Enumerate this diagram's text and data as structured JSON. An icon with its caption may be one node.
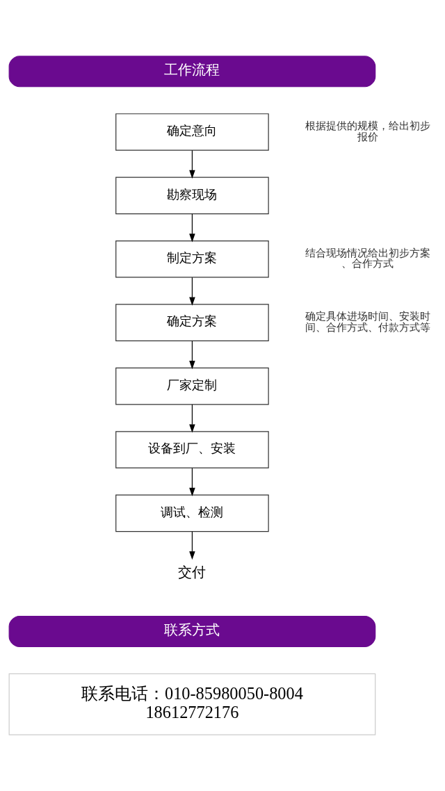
{
  "diagram": {
    "nodes": [
      {
        "text": [
          "工作流程"
        ]
      },
      {
        "text": [
          "确定意向"
        ],
        "beside": [
          "根据提供的规模，给出初步报价"
        ]
      },
      {
        "text": [
          "勘察现场"
        ]
      },
      {
        "text": [
          "制定方案"
        ],
        "beside": [
          "结合现场情况给出初步方案、合作方式"
        ]
      },
      {
        "text": [
          "确定方案"
        ],
        "beside": [
          "确定具体进场时间、安装时间、合作方式、付款方式等"
        ]
      },
      {
        "text": [
          "厂家定制"
        ]
      },
      {
        "text": [
          "设备到厂、安装"
        ]
      },
      {
        "text": [
          "调试、检测"
        ]
      },
      {
        "text": [
          "交付"
        ]
      },
      {
        "text": [
          "联系方式"
        ]
      },
      {
        "text": [
          "联系电话：010-85980050-8004 18612772176"
        ]
      }
    ],
    "edges": [
      {
        "from": 1,
        "to": 2,
        "arrow": "to"
      },
      {
        "from": 2,
        "to": 3,
        "arrow": "to"
      },
      {
        "from": 3,
        "to": 4,
        "arrow": "to"
      },
      {
        "from": 4,
        "to": 5,
        "arrow": "to"
      },
      {
        "from": 5,
        "to": 6,
        "arrow": "to"
      },
      {
        "from": 6,
        "to": 7,
        "arrow": "to"
      },
      {
        "from": 7,
        "to": 8,
        "arrow": "to"
      }
    ]
  }
}
